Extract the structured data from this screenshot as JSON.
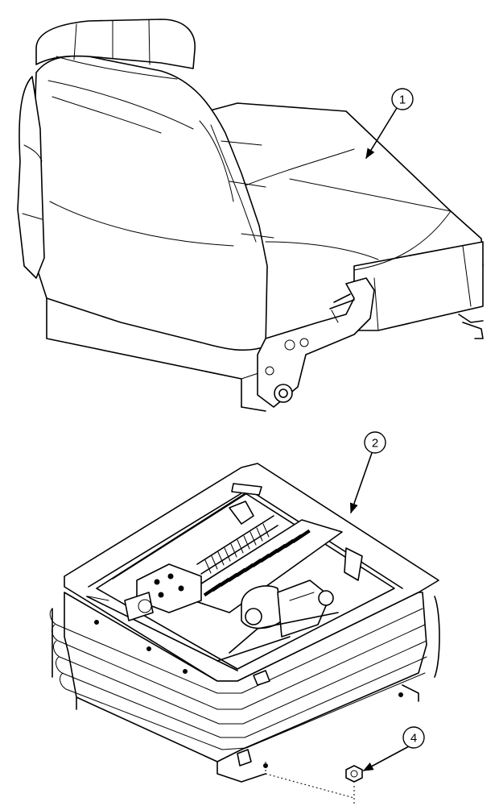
{
  "callouts": [
    {
      "label": "1"
    },
    {
      "label": "2"
    },
    {
      "label": "4"
    }
  ]
}
